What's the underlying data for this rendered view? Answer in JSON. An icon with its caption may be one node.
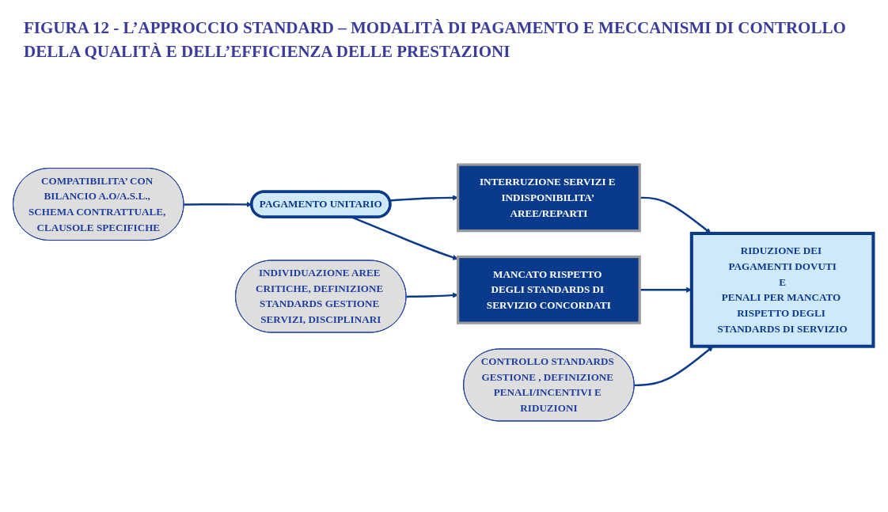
{
  "diagram": {
    "title": "FIGURA 12 - L’APPROCCIO STANDARD – MODALITÀ DI PAGAMENTO E MECCANISMI DI CONTROLLO DELLA QUALITÀ E DELL’EFFICIENZA DELLE PRESTAZIONI",
    "nodes": [
      {
        "text": [
          "PAGAMENTO UNITARIO"
        ]
      },
      {
        "text": [
          "INTERRUZIONE SERVIZI E INDISPONIBILITA’ AREE/REPARTI"
        ]
      },
      {
        "text": [
          "MANCATO RISPETTO DEGLI STANDARDS DI SERVIZIO CONCORDATI"
        ]
      },
      {
        "text": [
          "RIDUZIONE DEI PAGAMENTI DOVUTI",
          "E",
          "PENALI PER MANCATO RISPETTO DEGLI STANDARDS DI SERVIZIO"
        ]
      },
      {
        "text": [
          "COMPATIBILITA’ CON BILANCIO A.O/A.S.L., SCHEMA CONTRATTUALE, CLAUSOLE SPECIFICHE"
        ]
      },
      {
        "text": [
          "INDIVIDUAZIONE AREE CRITICHE, DEFINIZIONE STANDARDS GESTIONE SERVIZI, DISCIPLINARI"
        ]
      },
      {
        "text": [
          "CONTROLLO STANDARDS GESTIONE , DEFINIZIONE PENALI/INCENTIVI E RIDUZIONI"
        ]
      }
    ],
    "edges": [
      {
        "from": 0,
        "to": 1,
        "arrow": "to"
      },
      {
        "from": 0,
        "to": 2,
        "arrow": "to"
      },
      {
        "from": 1,
        "to": 3,
        "arrow": "to"
      },
      {
        "from": 2,
        "to": 3,
        "arrow": "to"
      },
      {
        "from": 4,
        "to": 0,
        "arrow": "to"
      },
      {
        "from": 5,
        "to": 2,
        "arrow": "to"
      },
      {
        "from": 6,
        "to": 3,
        "arrow": "to"
      }
    ]
  }
}
